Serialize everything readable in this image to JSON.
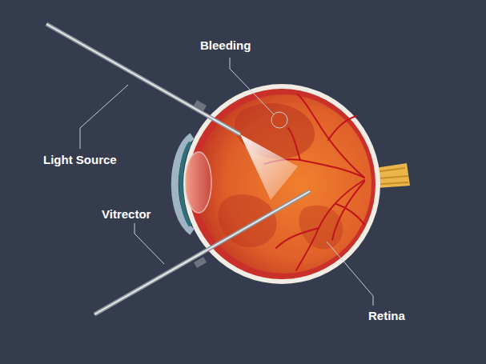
{
  "diagram": {
    "labels": [
      "Bleeding",
      "Light Source",
      "Vitrector",
      "Retina"
    ]
  }
}
